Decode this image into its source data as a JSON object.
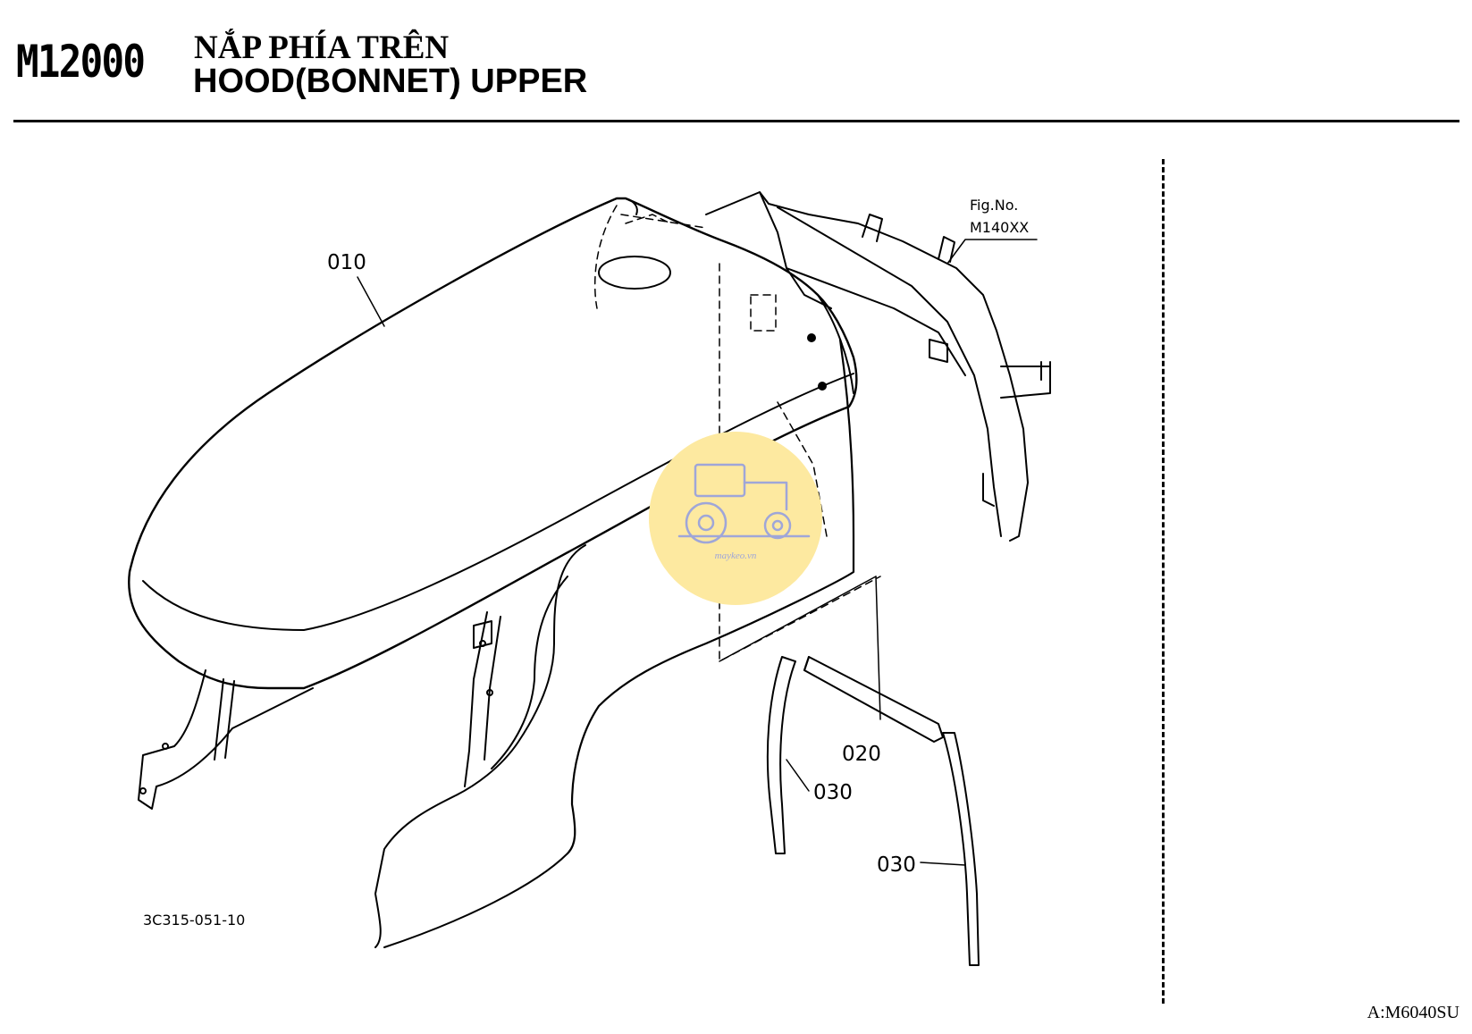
{
  "header": {
    "code": "M12000",
    "title_vi": "NẮP PHÍA TRÊN",
    "title_en": "HOOD(BONNET) UPPER"
  },
  "figure": {
    "reference_label": "Fig.No.",
    "reference_code": "M140XX",
    "drawing_code": "3C315-051-10",
    "parts": [
      {
        "callout": "010"
      },
      {
        "callout": "020"
      },
      {
        "callout": "030"
      },
      {
        "callout": "030"
      }
    ]
  },
  "watermark": {
    "text": "maykeo.vn",
    "color": "#fde9a0",
    "icon": "tractor-icon"
  },
  "footer": {
    "code": "A:M6040SU"
  }
}
